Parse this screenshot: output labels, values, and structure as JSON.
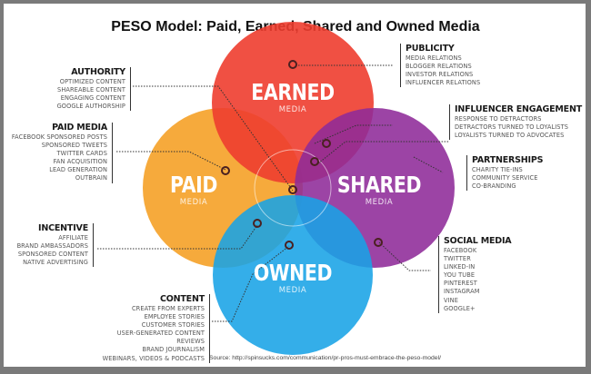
{
  "title": "PESO Model: Paid, Earned, Shared and Owned Media",
  "circles": {
    "earned": {
      "label": "EARNED",
      "sub": "MEDIA",
      "color": "#ee3d2f"
    },
    "paid": {
      "label": "PAID",
      "sub": "MEDIA",
      "color": "#f6a531"
    },
    "shared": {
      "label": "SHARED",
      "sub": "MEDIA",
      "color": "#8e2a98"
    },
    "owned": {
      "label": "OWNED",
      "sub": "MEDIA",
      "color": "#18a3e6"
    }
  },
  "blocks": {
    "authority": {
      "head": "AUTHORITY",
      "items": [
        "OPTIMIZED CONTENT",
        "SHAREABLE CONTENT",
        "ENGAGING CONTENT",
        "GOOGLE AUTHORSHIP"
      ]
    },
    "paid_media": {
      "head": "PAID MEDIA",
      "items": [
        "FACEBOOK SPONSORED POSTS",
        "SPONSORED TWEETS",
        "TWITTER CARDS",
        "FAN ACQUISITION",
        "LEAD GENERATION",
        "OUTBRAIN"
      ]
    },
    "incentive": {
      "head": "INCENTIVE",
      "items": [
        "AFFILIATE",
        "BRAND AMBASSADORS",
        "SPONSORED CONTENT",
        "NATIVE ADVERTISING"
      ]
    },
    "content": {
      "head": "CONTENT",
      "items": [
        "CREATE FROM EXPERTS",
        "EMPLOYEE STORIES",
        "CUSTOMER STORIES",
        "USER-GENERATED CONTENT",
        "REVIEWS",
        "BRAND JOURNALISM",
        "WEBINARS, VIDEOS & PODCASTS"
      ]
    },
    "publicity": {
      "head": "PUBLICITY",
      "items": [
        "MEDIA RELATIONS",
        "BLOGGER RELATIONS",
        "INVESTOR RELATIONS",
        "INFLUENCER RELATIONS"
      ]
    },
    "influencer": {
      "head": "INFLUENCER ENGAGEMENT",
      "items": [
        "RESPONSE TO DETRACTORS",
        "DETRACTORS TURNED TO LOYALISTS",
        "LOYALISTS TURNED TO ADVOCATES"
      ]
    },
    "partnerships": {
      "head": "PARTNERSHIPS",
      "items": [
        "CHARITY TIE-INS",
        "COMMUNITY SERVICE",
        "CO-BRANDING"
      ]
    },
    "social": {
      "head": "SOCIAL MEDIA",
      "items": [
        "FACEBOOK",
        "TWITTER",
        "LINKED-IN",
        "YOU TUBE",
        "PINTEREST",
        "INSTAGRAM",
        "VINE",
        "GOOGLE+"
      ]
    }
  },
  "source": "Source: http://spinsucks.com/communication/pr-pros-must-embrace-the-peso-model/"
}
